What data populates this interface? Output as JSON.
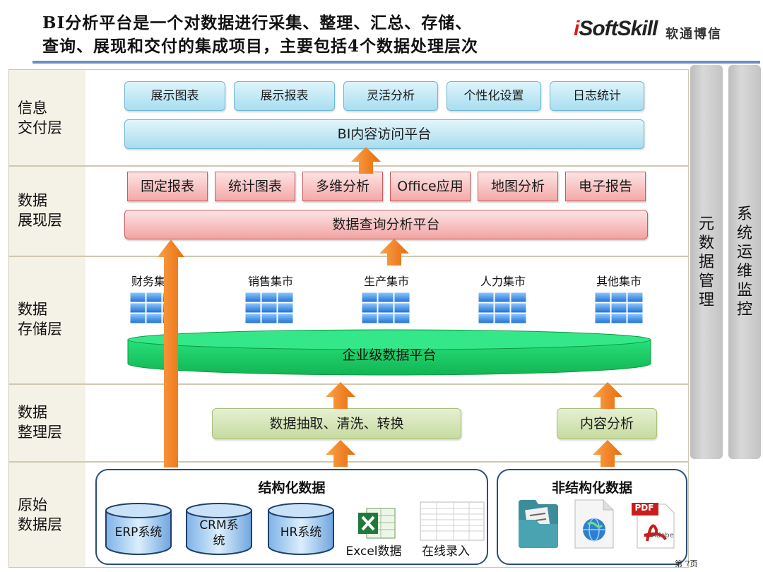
{
  "header": {
    "title_line1": "BI分析平台是一个对数据进行采集、整理、汇总、存储、",
    "title_line2": "查询、展现和交付的集成项目，主要包括4个数据处理层次",
    "logo_brand_i": "i",
    "logo_brand_rest": "SoftSkill",
    "logo_cn": "软通博信"
  },
  "layers": {
    "delivery": {
      "line1": "信息",
      "line2": "交付层"
    },
    "presentation": {
      "line1": "数据",
      "line2": "展现层"
    },
    "storage": {
      "line1": "数据",
      "line2": "存储层"
    },
    "processing": {
      "line1": "数据",
      "line2": "整理层"
    },
    "source": {
      "line1": "原始",
      "line2": "数据层"
    }
  },
  "delivery": {
    "buttons": [
      "展示图表",
      "展示报表",
      "灵活分析",
      "个性化设置",
      "日志统计"
    ],
    "platform": "BI内容访问平台"
  },
  "presentation": {
    "buttons": [
      "固定报表",
      "统计图表",
      "多维分析",
      "Office应用",
      "地图分析",
      "电子报告"
    ],
    "platform": "数据查询分析平台"
  },
  "storage": {
    "marts": [
      "财务集市",
      "销售集市",
      "生产集市",
      "人力集市",
      "其他集市"
    ],
    "platform": "企业级数据平台"
  },
  "processing": {
    "etl": "数据抽取、清洗、转换",
    "content": "内容分析"
  },
  "source": {
    "structured_title": "结构化数据",
    "unstructured_title": "非结构化数据",
    "erp": "ERP系统",
    "crm_line1": "CRM系",
    "crm_line2": "统",
    "hr": "HR系统",
    "excel": "Excel数据",
    "online": "在线录入",
    "pdf_tag": "PDF",
    "adobe_tag": "Adobe"
  },
  "side": {
    "metadata": "元数据管理",
    "ops": "系统运维监控"
  },
  "page": {
    "number": "第 7页"
  },
  "colors": {
    "arrow_orange": "#f28c28",
    "platform_green": "#1fd16a",
    "rule_blue": "#6c8ec4",
    "panel_navy": "#2a4d7a"
  }
}
